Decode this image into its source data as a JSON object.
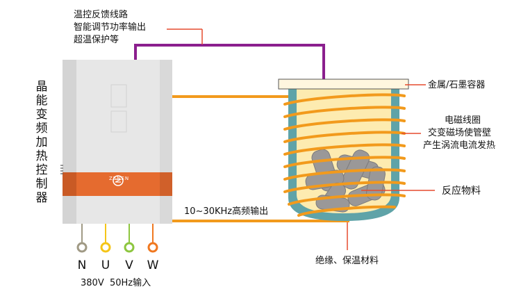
{
  "colors": {
    "orange": "#f29a1c",
    "purple": "#8b1f8e",
    "red": "#e64a2e",
    "cabinet": "#e6e6e6",
    "band": "#e56b2f",
    "teal": "#5fa3a8",
    "cream": "#fdebb0",
    "material": "#9a9898"
  },
  "controller": {
    "vertical_label": "晶能变频加热控制器",
    "brand": "ZENEN"
  },
  "feedback": {
    "lines": [
      "温控反馈线路",
      "智能调节功率输出",
      "超温保护等"
    ]
  },
  "vessel_label": "金属/石墨容器",
  "coil": {
    "lines": [
      "电磁线圈",
      "交变磁场使管壁",
      "产生涡流电流发热"
    ]
  },
  "reaction_label": "反应物料",
  "output_label": "10~30KHz高频输出",
  "insulation_label": "绝缘、保温材料",
  "phases": [
    {
      "name": "N",
      "color": "#a09a85"
    },
    {
      "name": "U",
      "color": "#f5c518"
    },
    {
      "name": "V",
      "color": "#8dc63f"
    },
    {
      "name": "W",
      "color": "#f07820"
    }
  ],
  "input_label": "380V  50Hz输入"
}
